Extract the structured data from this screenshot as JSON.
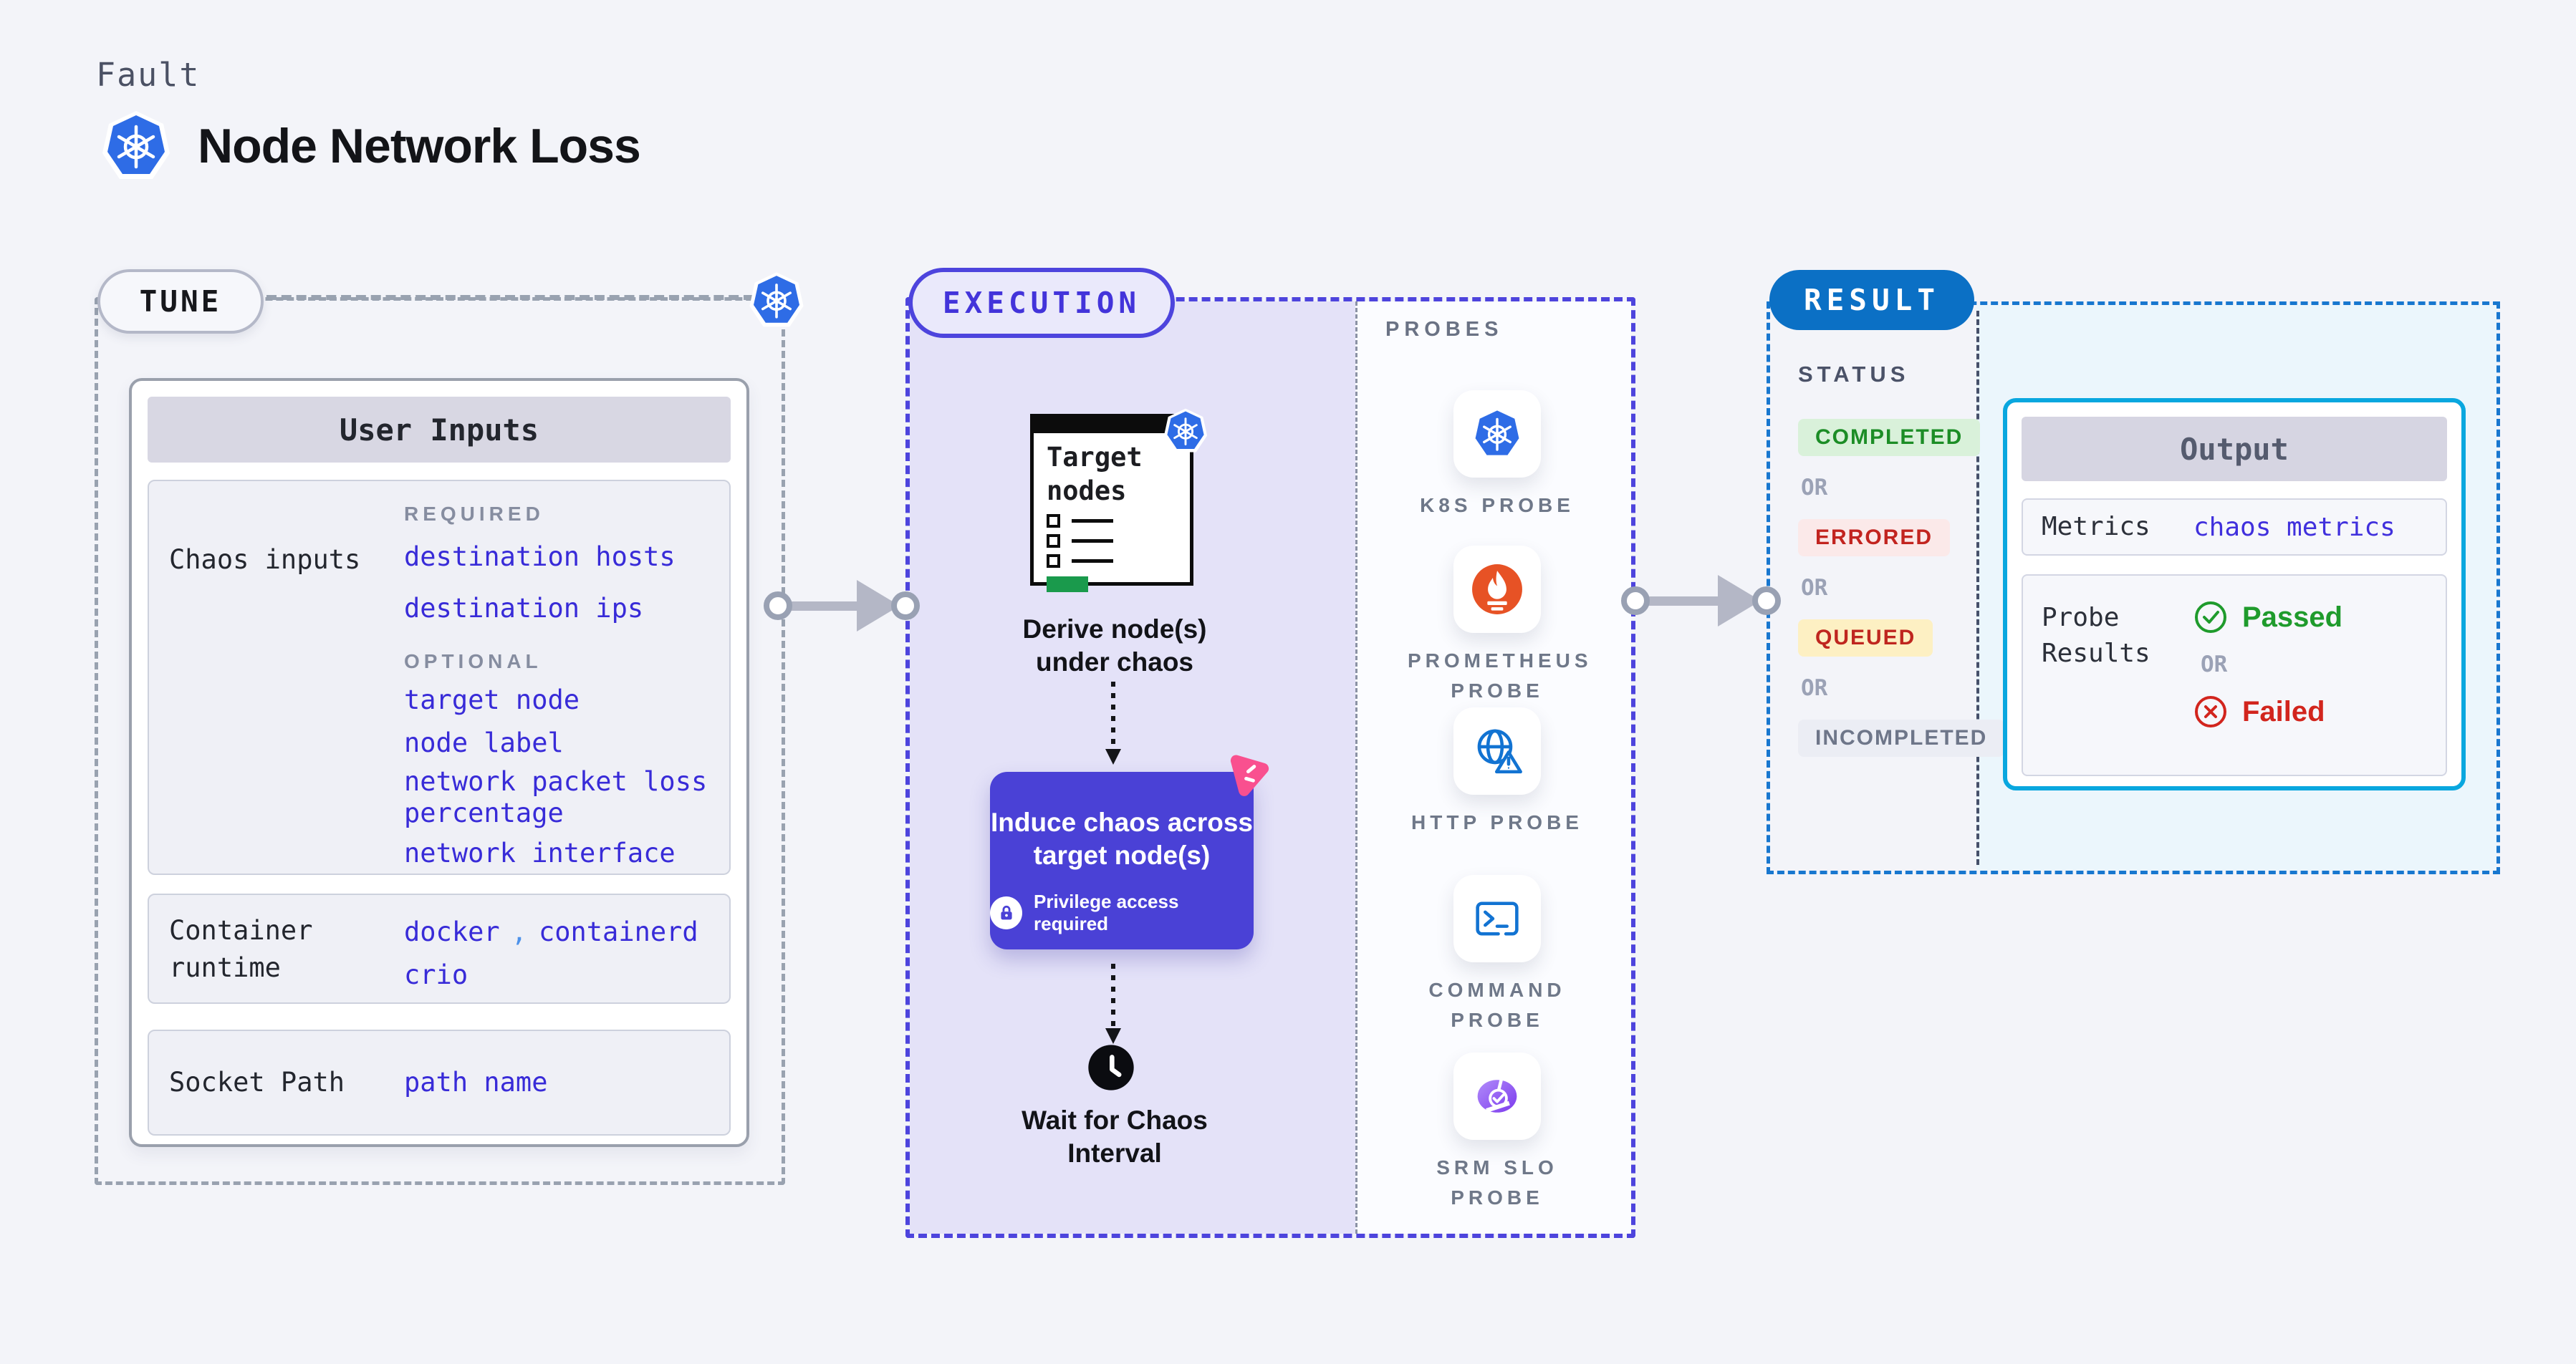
{
  "header": {
    "kicker": "Fault",
    "title": "Node Network Loss"
  },
  "tune": {
    "label": "TUNE",
    "card": {
      "title": "User Inputs",
      "chaos_row": {
        "label": "Chaos inputs",
        "required_heading": "REQUIRED",
        "required_links": [
          "destination hosts",
          "destination ips"
        ],
        "optional_heading": "OPTIONAL",
        "optional_links": [
          "target node",
          "node label",
          "network packet loss percentage",
          "network interface"
        ]
      },
      "runtime_row": {
        "label": "Container runtime",
        "link1": "docker",
        "separator": ",",
        "link2": "containerd",
        "link3": "crio"
      },
      "socket_row": {
        "label": "Socket Path",
        "value": "path name"
      }
    }
  },
  "execution": {
    "label": "EXECUTION",
    "target_card": {
      "title": "Target nodes"
    },
    "derive_caption": "Derive node(s) under chaos",
    "induce_card": {
      "title": "Induce chaos across target node(s)",
      "badge": "Privilege access required"
    },
    "wait_caption": "Wait for Chaos Interval"
  },
  "probes": {
    "heading": "PROBES",
    "items": [
      {
        "label": "K8S PROBE",
        "icon": "kubernetes-icon"
      },
      {
        "label": "PROMETHEUS PROBE",
        "icon": "prometheus-icon"
      },
      {
        "label": "HTTP PROBE",
        "icon": "http-globe-icon"
      },
      {
        "label": "COMMAND PROBE",
        "icon": "terminal-icon"
      },
      {
        "label": "SRM SLO PROBE",
        "icon": "slo-gauge-icon"
      }
    ]
  },
  "result": {
    "label": "RESULT",
    "status": {
      "heading": "STATUS",
      "completed": "COMPLETED",
      "errored": "ERRORED",
      "queued": "QUEUED",
      "incompleted": "INCOMPLETED",
      "or": "OR"
    },
    "output": {
      "title": "Output",
      "metrics_label": "Metrics",
      "metrics_value": "chaos metrics",
      "probe_results_label": "Probe Results",
      "passed": "Passed",
      "or": "OR",
      "failed": "Failed"
    }
  },
  "colors": {
    "accent_indigo": "#4d44dd",
    "link_indigo": "#382bd8",
    "result_blue": "#0b70c5",
    "output_cyan": "#09a7df",
    "success_green": "#1f9b2c",
    "error_red": "#c2241f",
    "kubernetes_blue": "#2e6ce6",
    "prometheus_orange": "#e75225",
    "chaos_pink": "#f9508f",
    "execution_fill": "#e4e2f8",
    "result_fill": "#ebf6fc"
  }
}
